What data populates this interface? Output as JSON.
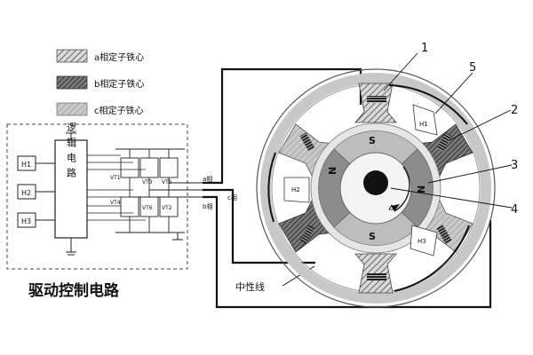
{
  "legend": [
    {
      "label": "a相定子铁心",
      "pattern": "hatch-light"
    },
    {
      "label": "b相定子铁心",
      "pattern": "hatch-dark"
    },
    {
      "label": "c相定子铁心",
      "pattern": "hatch-gray"
    }
  ],
  "drive_circuit": {
    "title": "驱动控制电路",
    "logic_block": "逻辑电路",
    "hall_inputs": [
      "H1",
      "H2",
      "H3"
    ],
    "transistors": [
      "VT1",
      "VT2",
      "VT3",
      "VT4",
      "VT5",
      "VT6"
    ]
  },
  "phase_labels": {
    "a": "a相",
    "b": "b相",
    "c": "c相"
  },
  "neutral_label": "中性线",
  "rotor_poles": {
    "top": "S",
    "bottom": "S",
    "left": "N",
    "right": "N"
  },
  "hall_sensors": [
    "H1",
    "H2",
    "H3"
  ],
  "callouts": [
    "1",
    "5",
    "2",
    "3",
    "4"
  ],
  "colors": {
    "phase_a": "#9a9a9a",
    "phase_b": "#555555",
    "phase_c": "#b5b5b5",
    "outer_ring": "#c8c8c8",
    "rotor_magnet": "#8c8c8c",
    "shaft": "#111111"
  }
}
